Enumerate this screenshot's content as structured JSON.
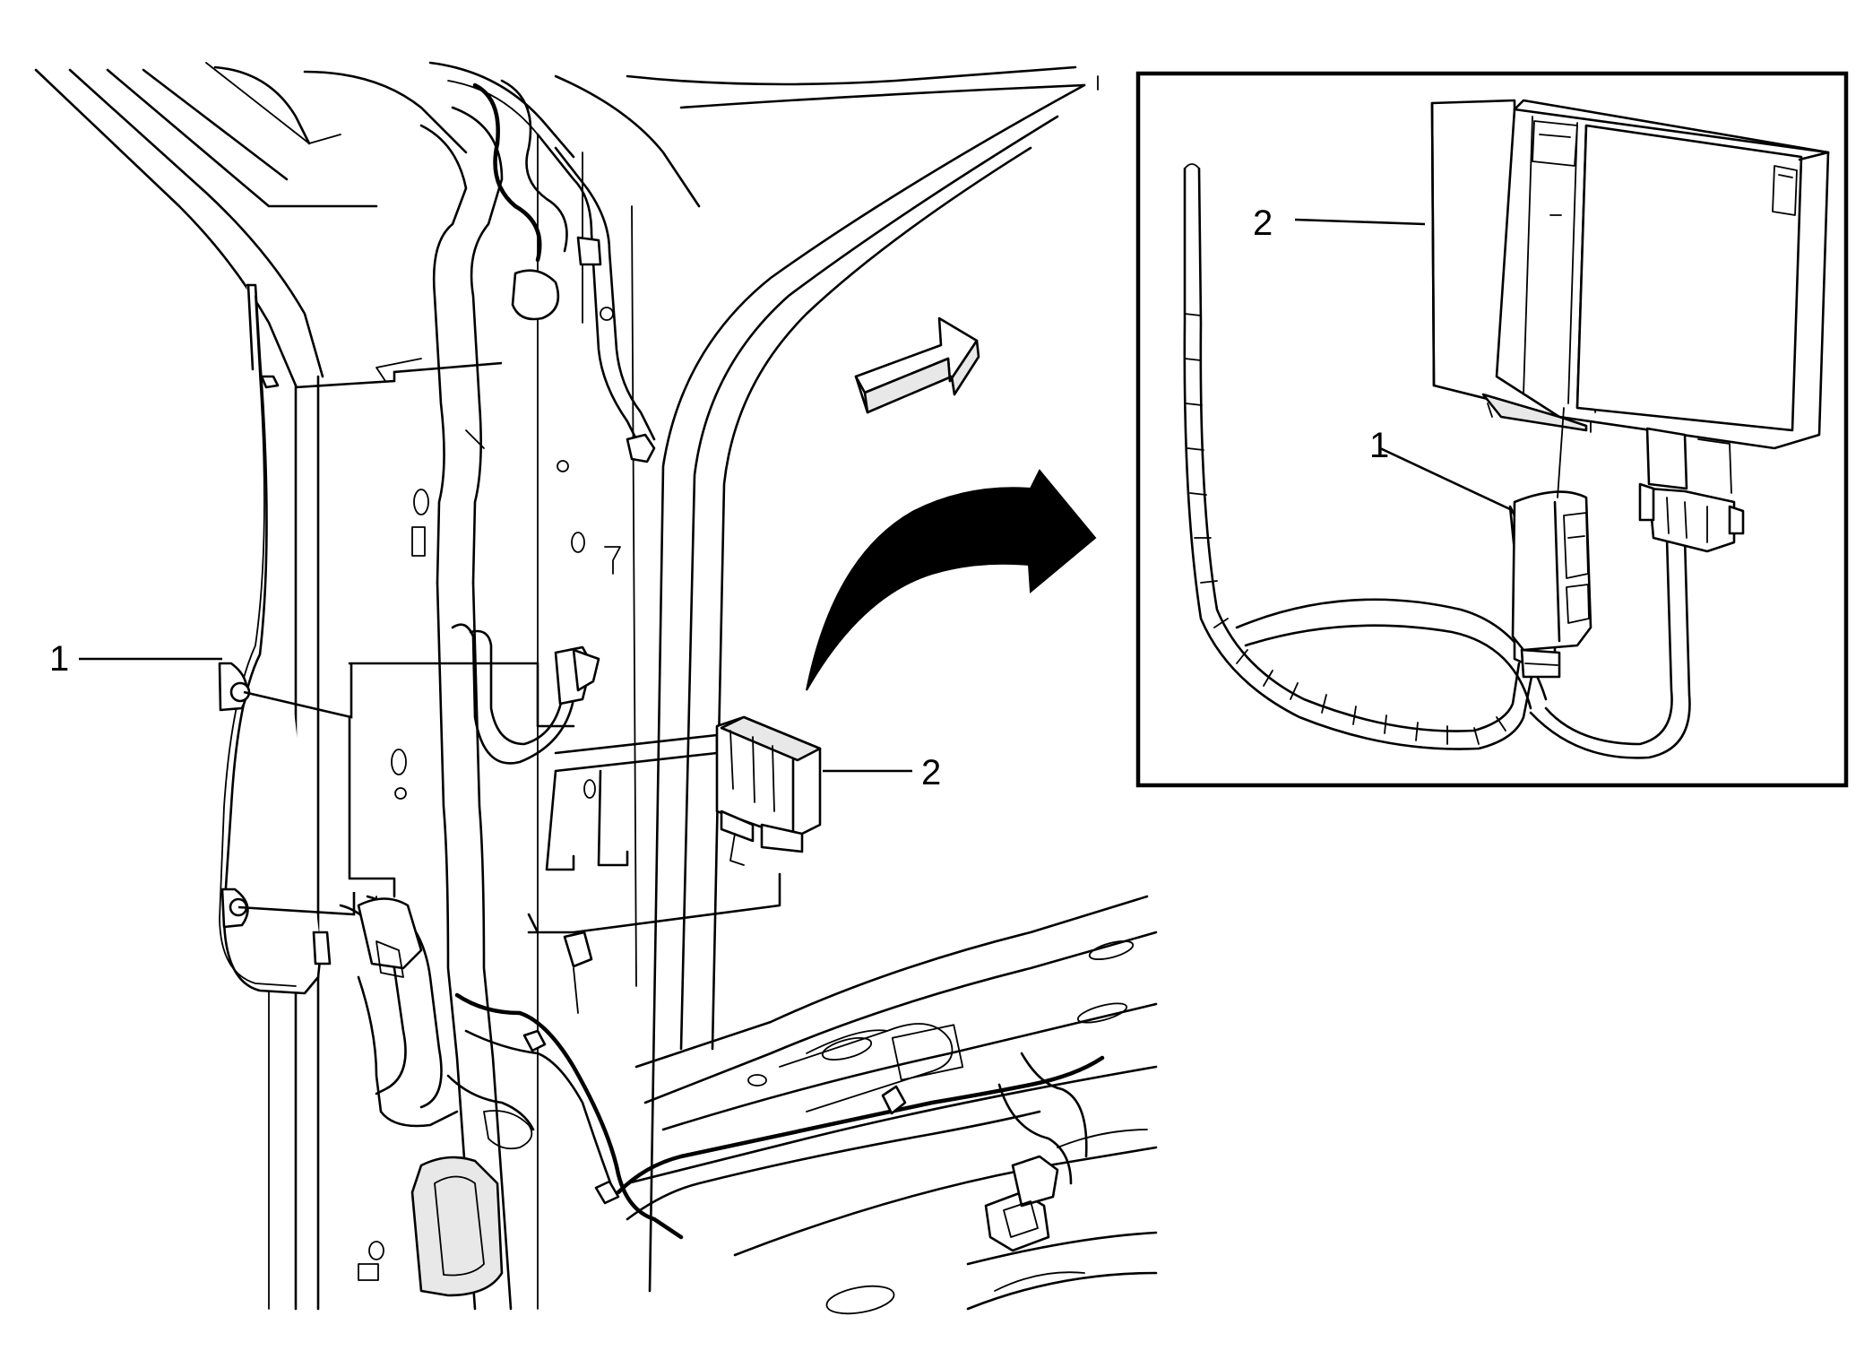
{
  "callouts": {
    "main_1": "1",
    "main_2": "2",
    "inset_1": "1",
    "inset_2": "2"
  },
  "icons": {
    "view_arrow": "direction-of-view-arrow-icon",
    "transition_arrow": "curved-arrow-icon"
  }
}
